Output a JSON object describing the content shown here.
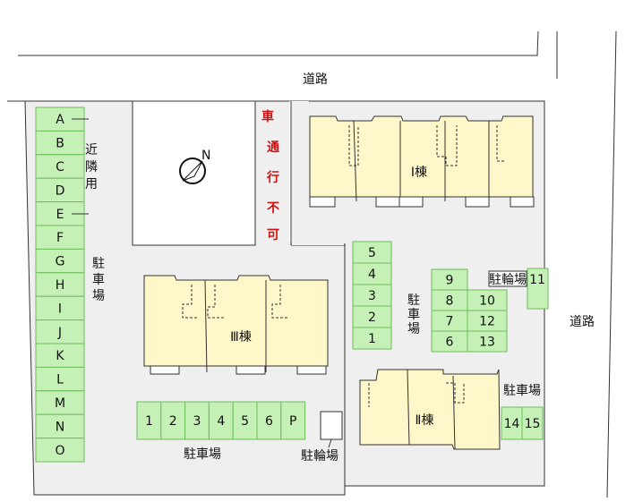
{
  "roads": {
    "top": "道路",
    "right": "道路"
  },
  "no_entry": [
    "車",
    "通",
    "行",
    "不",
    "可"
  ],
  "left_lot": {
    "slots": [
      "A",
      "B",
      "C",
      "D",
      "E",
      "F",
      "G",
      "H",
      "I",
      "J",
      "K",
      "L",
      "M",
      "N",
      "O"
    ],
    "neighbor_label": [
      "近",
      "隣",
      "用"
    ],
    "parking_label": [
      "駐",
      "車",
      "場"
    ]
  },
  "bottom_lot": {
    "slots": [
      "1",
      "2",
      "3",
      "4",
      "5",
      "6",
      "P"
    ],
    "label": "駐車場"
  },
  "center_lot": {
    "slots": [
      "5",
      "4",
      "3",
      "2",
      "1"
    ],
    "label": [
      "駐",
      "車",
      "場"
    ]
  },
  "mid_right_lot": {
    "rows": [
      [
        "9"
      ],
      [
        "8",
        "10"
      ],
      [
        "7",
        "12"
      ],
      [
        "6",
        "13"
      ]
    ],
    "bike_label": "駐輪場",
    "extra_slot": "11"
  },
  "right_lot": {
    "slots": [
      "14",
      "15"
    ],
    "label": "駐車場"
  },
  "bike_bottom": {
    "label": "駐輪場"
  },
  "buildings": {
    "b1": "Ⅰ棟",
    "b2": "Ⅱ棟",
    "b3": "Ⅲ棟"
  },
  "colors": {
    "slot_fill": "#c5f0b6",
    "slot_stroke": "#6dbd5b",
    "lot_bg": "#efefef",
    "building_fill": "#fdf7c9",
    "no_entry_text": "#cc1111"
  }
}
